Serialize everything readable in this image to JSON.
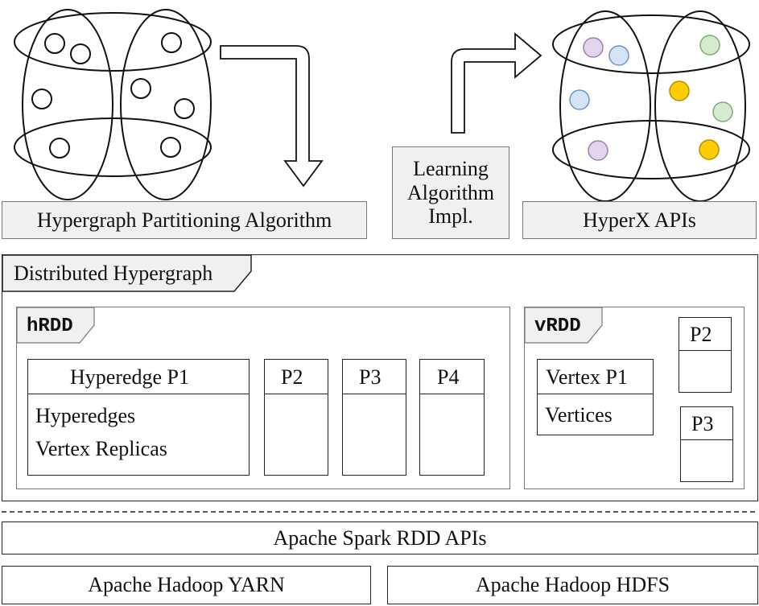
{
  "top": {
    "partitioning_label": "Hypergraph Partitioning Algorithm",
    "learning_label": "Learning\nAlgorithm\nImpl.",
    "hyperx_label": "HyperX APIs"
  },
  "distributed": {
    "title": "Distributed Hypergraph",
    "hrdd": {
      "title": "hRDD",
      "p1_title": "Hyperedge P1",
      "p1_line1": "Hyperedges",
      "p1_line2": "Vertex Replicas",
      "partitions": [
        "P2",
        "P3",
        "P4"
      ]
    },
    "vrdd": {
      "title": "vRDD",
      "p1_title": "Vertex P1",
      "p1_line1": "Vertices",
      "p2": "P2",
      "p3": "P3"
    }
  },
  "spark_label": "Apache Spark RDD APIs",
  "yarn_label": "Apache Hadoop YARN",
  "hdfs_label": "Apache Hadoop HDFS",
  "colors": {
    "purple": "#e2d4ea",
    "purple_stroke": "#9b7fb0",
    "blue": "#d5e4f4",
    "blue_stroke": "#6f93c0",
    "green": "#d6ead0",
    "green_stroke": "#7dac72",
    "yellow": "#ffcc00",
    "yellow_stroke": "#b38f00"
  }
}
